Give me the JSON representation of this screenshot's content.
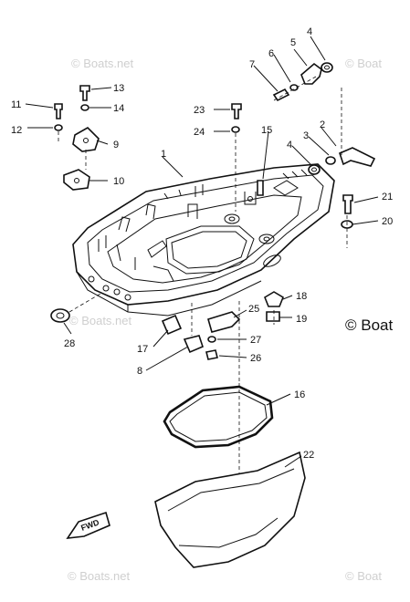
{
  "watermarks": {
    "top_left": "© Boats.net",
    "top_right": "© Boat",
    "mid_left": "© Boats.net",
    "mid_right": "© Boat",
    "bottom_left": "© Boats.net",
    "bottom_right": "© Boat"
  },
  "direction_label": "FWD",
  "callouts": {
    "c1": "1",
    "c2": "2",
    "c3": "3",
    "c4a": "4",
    "c4b": "4",
    "c5": "5",
    "c6": "6",
    "c7": "7",
    "c8": "8",
    "c9": "9",
    "c10": "10",
    "c11": "11",
    "c12": "12",
    "c13": "13",
    "c14": "14",
    "c15": "15",
    "c16": "16",
    "c17": "17",
    "c18": "18",
    "c19": "19",
    "c20": "20",
    "c21": "21",
    "c22": "22",
    "c23": "23",
    "c24": "24",
    "c25": "25",
    "c26": "26",
    "c27": "27",
    "c28": "28"
  }
}
